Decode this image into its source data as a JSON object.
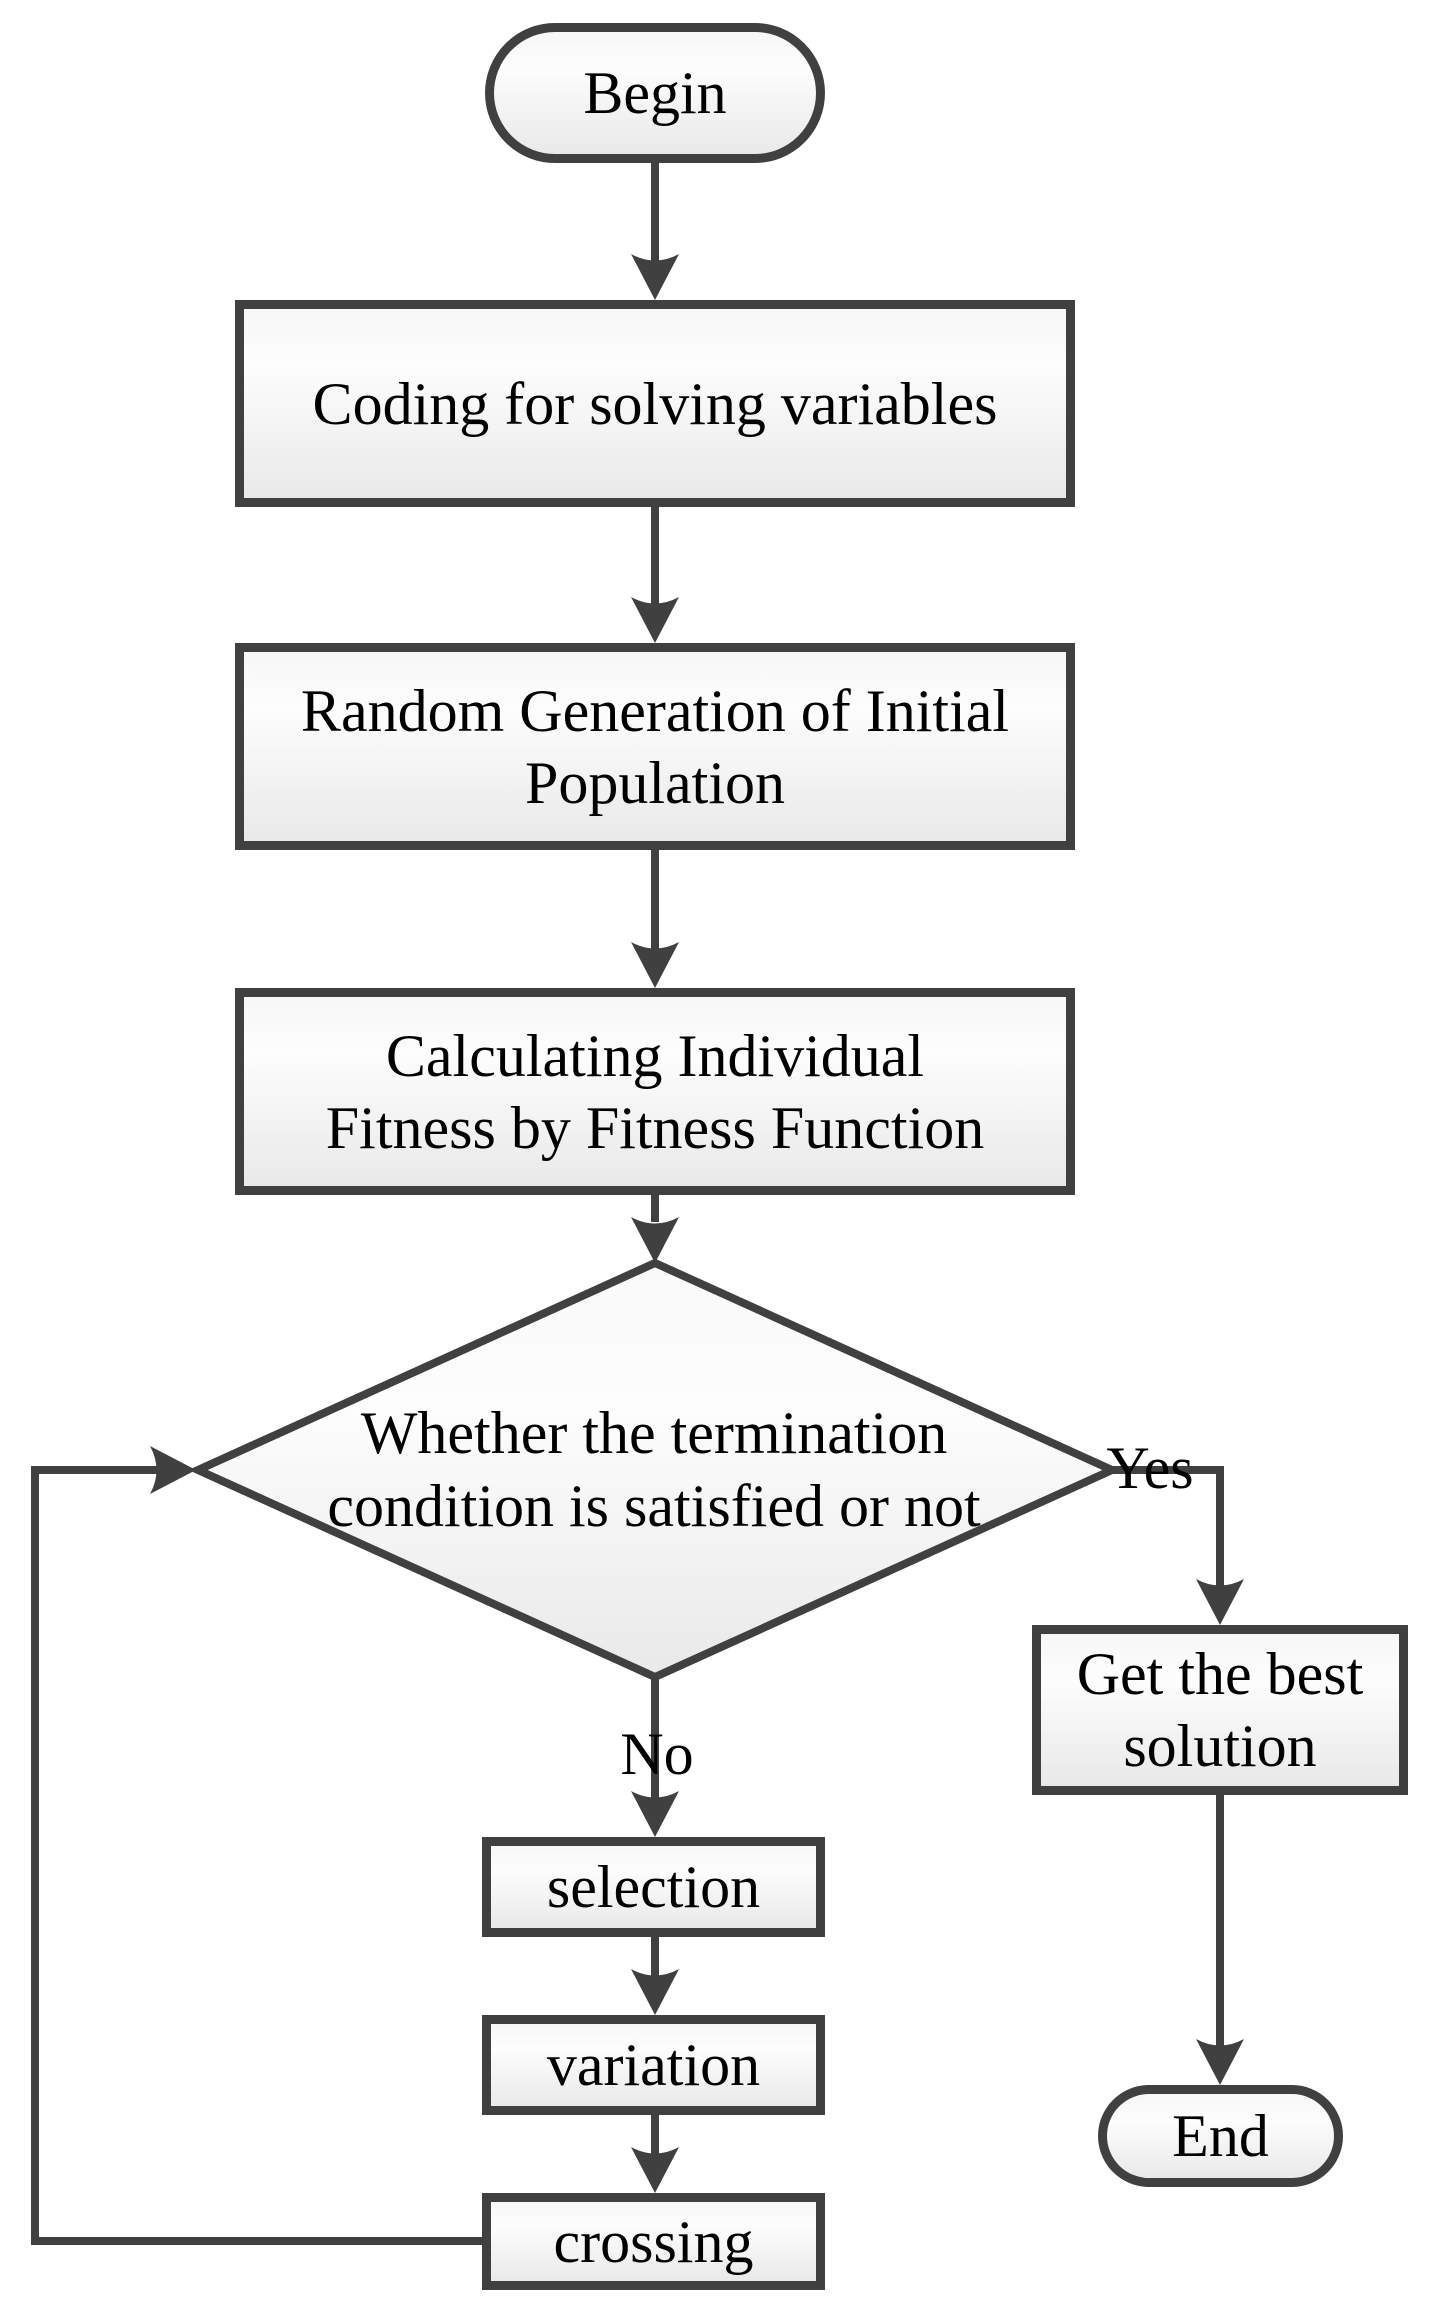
{
  "diagram": {
    "type": "flowchart",
    "title": "Genetic algorithm flowchart",
    "colors": {
      "stroke": "#404040",
      "node_fill_top": "#f7f7f7",
      "node_fill_bottom": "#e9e9e9",
      "text": "#000000",
      "background": "#ffffff"
    },
    "nodes": [
      {
        "id": "begin",
        "shape": "stadium",
        "lines": [
          "Begin"
        ]
      },
      {
        "id": "coding",
        "shape": "process",
        "lines": [
          "Coding for solving variables"
        ]
      },
      {
        "id": "random",
        "shape": "process",
        "lines": [
          "Random Generation of Initial",
          "Population"
        ]
      },
      {
        "id": "fitness",
        "shape": "process",
        "lines": [
          "Calculating Individual",
          "Fitness by Fitness Function"
        ]
      },
      {
        "id": "decision",
        "shape": "diamond",
        "lines": [
          "Whether the termination",
          "condition is satisfied or not"
        ]
      },
      {
        "id": "best",
        "shape": "process",
        "lines": [
          "Get the best",
          "solution"
        ]
      },
      {
        "id": "selection",
        "shape": "process",
        "lines": [
          "selection"
        ]
      },
      {
        "id": "variation",
        "shape": "process",
        "lines": [
          "variation"
        ]
      },
      {
        "id": "crossing",
        "shape": "process",
        "lines": [
          "crossing"
        ]
      },
      {
        "id": "end",
        "shape": "stadium",
        "lines": [
          "End"
        ]
      }
    ],
    "edges": [
      {
        "from": "begin",
        "to": "coding",
        "label": ""
      },
      {
        "from": "coding",
        "to": "random",
        "label": ""
      },
      {
        "from": "random",
        "to": "fitness",
        "label": ""
      },
      {
        "from": "fitness",
        "to": "decision",
        "label": ""
      },
      {
        "from": "decision",
        "to": "best",
        "label": "Yes"
      },
      {
        "from": "decision",
        "to": "selection",
        "label": "No"
      },
      {
        "from": "selection",
        "to": "variation",
        "label": ""
      },
      {
        "from": "variation",
        "to": "crossing",
        "label": ""
      },
      {
        "from": "crossing",
        "to": "decision",
        "label": ""
      },
      {
        "from": "best",
        "to": "end",
        "label": ""
      }
    ]
  }
}
